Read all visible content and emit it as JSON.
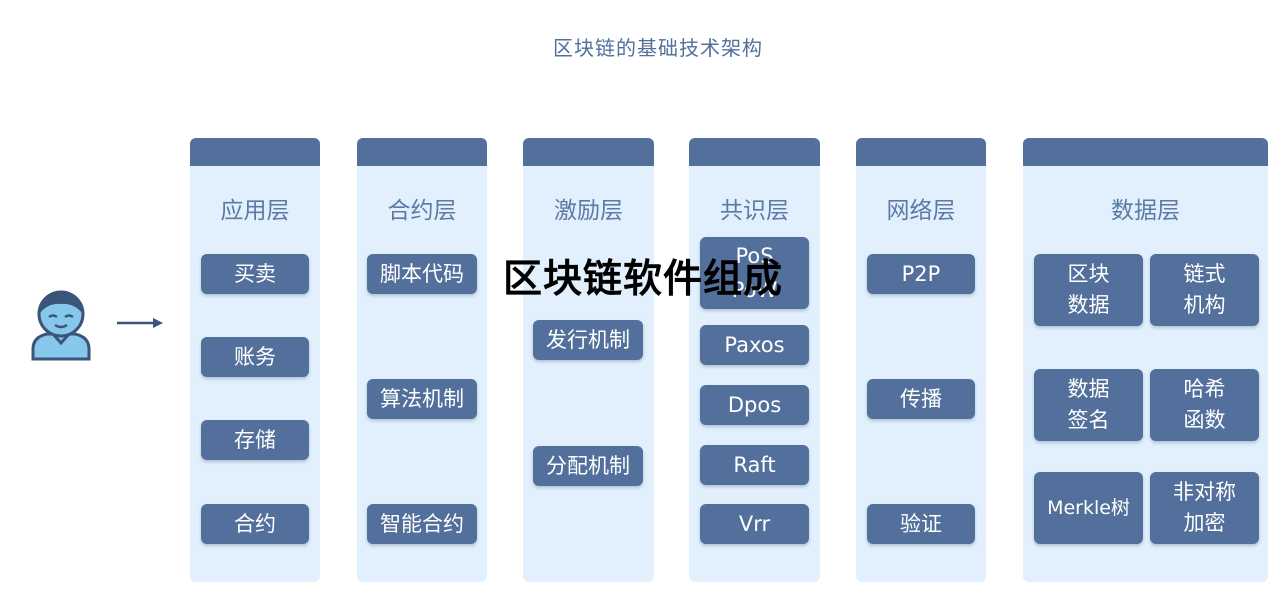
{
  "diagram_title": "区块链的基础技术架构",
  "overlay_text": "区块链软件组成",
  "layers": {
    "application": {
      "title": "应用层",
      "items": [
        "买卖",
        "账务",
        "存储",
        "合约"
      ]
    },
    "contract": {
      "title": "合约层",
      "items": [
        "脚本代码",
        "算法机制",
        "智能合约"
      ]
    },
    "incentive": {
      "title": "激励层",
      "items": [
        "发行机制",
        "分配机制"
      ]
    },
    "consensus": {
      "title": "共识层",
      "items": [
        "PoS",
        "PoW",
        "Paxos",
        "Dpos",
        "Raft",
        "Vrr"
      ]
    },
    "network": {
      "title": "网络层",
      "items": [
        "P2P",
        "传播",
        "验证"
      ]
    },
    "data": {
      "title": "数据层",
      "items": [
        {
          "line1": "区块",
          "line2": "数据"
        },
        {
          "line1": "链式",
          "line2": "机构"
        },
        {
          "line1": "数据",
          "line2": "签名"
        },
        {
          "line1": "哈希",
          "line2": "函数"
        },
        {
          "text": "Merkle树"
        },
        {
          "line1": "非对称",
          "line2": "加密"
        }
      ]
    }
  },
  "colors": {
    "header_bar": "#52709b",
    "column_bg": "#e1f0fc",
    "box_bg": "#52709b",
    "title_text": "#53709b",
    "user_icon": "#87c7ec"
  },
  "icons": [
    "user-icon",
    "arrow-right-icon"
  ]
}
